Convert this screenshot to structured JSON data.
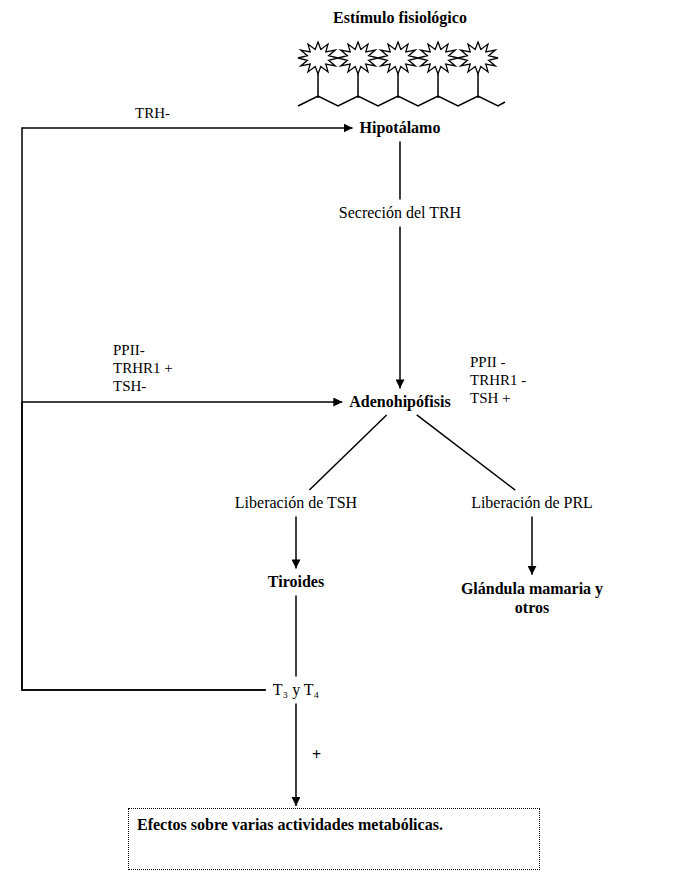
{
  "diagram": {
    "nodes": [
      {
        "text": [
          "Hipotálamo"
        ]
      },
      {
        "text": [
          "Secreción del TRH"
        ]
      },
      {
        "text": [
          "Adenohipófisis"
        ]
      },
      {
        "text": [
          "Liberación de TSH"
        ]
      },
      {
        "text": [
          "Liberación de PRL"
        ]
      },
      {
        "text": [
          "Tiroides"
        ]
      },
      {
        "text": [
          "Glándula mamaria y otros"
        ]
      },
      {
        "text": [
          "T₃ y T₄"
        ]
      },
      {
        "text": [
          "Efectos sobre varias actividades metabólicas."
        ]
      }
    ],
    "edges": [
      {
        "from": 0,
        "to": 1,
        "arrow": "none"
      },
      {
        "from": 1,
        "to": 2,
        "arrow": "to"
      },
      {
        "from": 2,
        "to": 3,
        "arrow": "none"
      },
      {
        "from": 2,
        "to": 4,
        "arrow": "none"
      },
      {
        "from": 3,
        "to": 5,
        "arrow": "to"
      },
      {
        "from": 4,
        "to": 6,
        "arrow": "to"
      },
      {
        "from": 5,
        "to": 7,
        "arrow": "none"
      },
      {
        "from": 7,
        "to": 8,
        "arrow": "to",
        "label": "+"
      },
      {
        "from": 7,
        "to": 0,
        "arrow": "to"
      },
      {
        "from": 7,
        "to": 2,
        "arrow": "to"
      }
    ],
    "labels": [
      "Estímulo fisiológico",
      "TRH-",
      "PPII-",
      "TRHR1 +",
      "TSH-",
      "PPII -",
      "TRHR1 -",
      "TSH +"
    ]
  }
}
